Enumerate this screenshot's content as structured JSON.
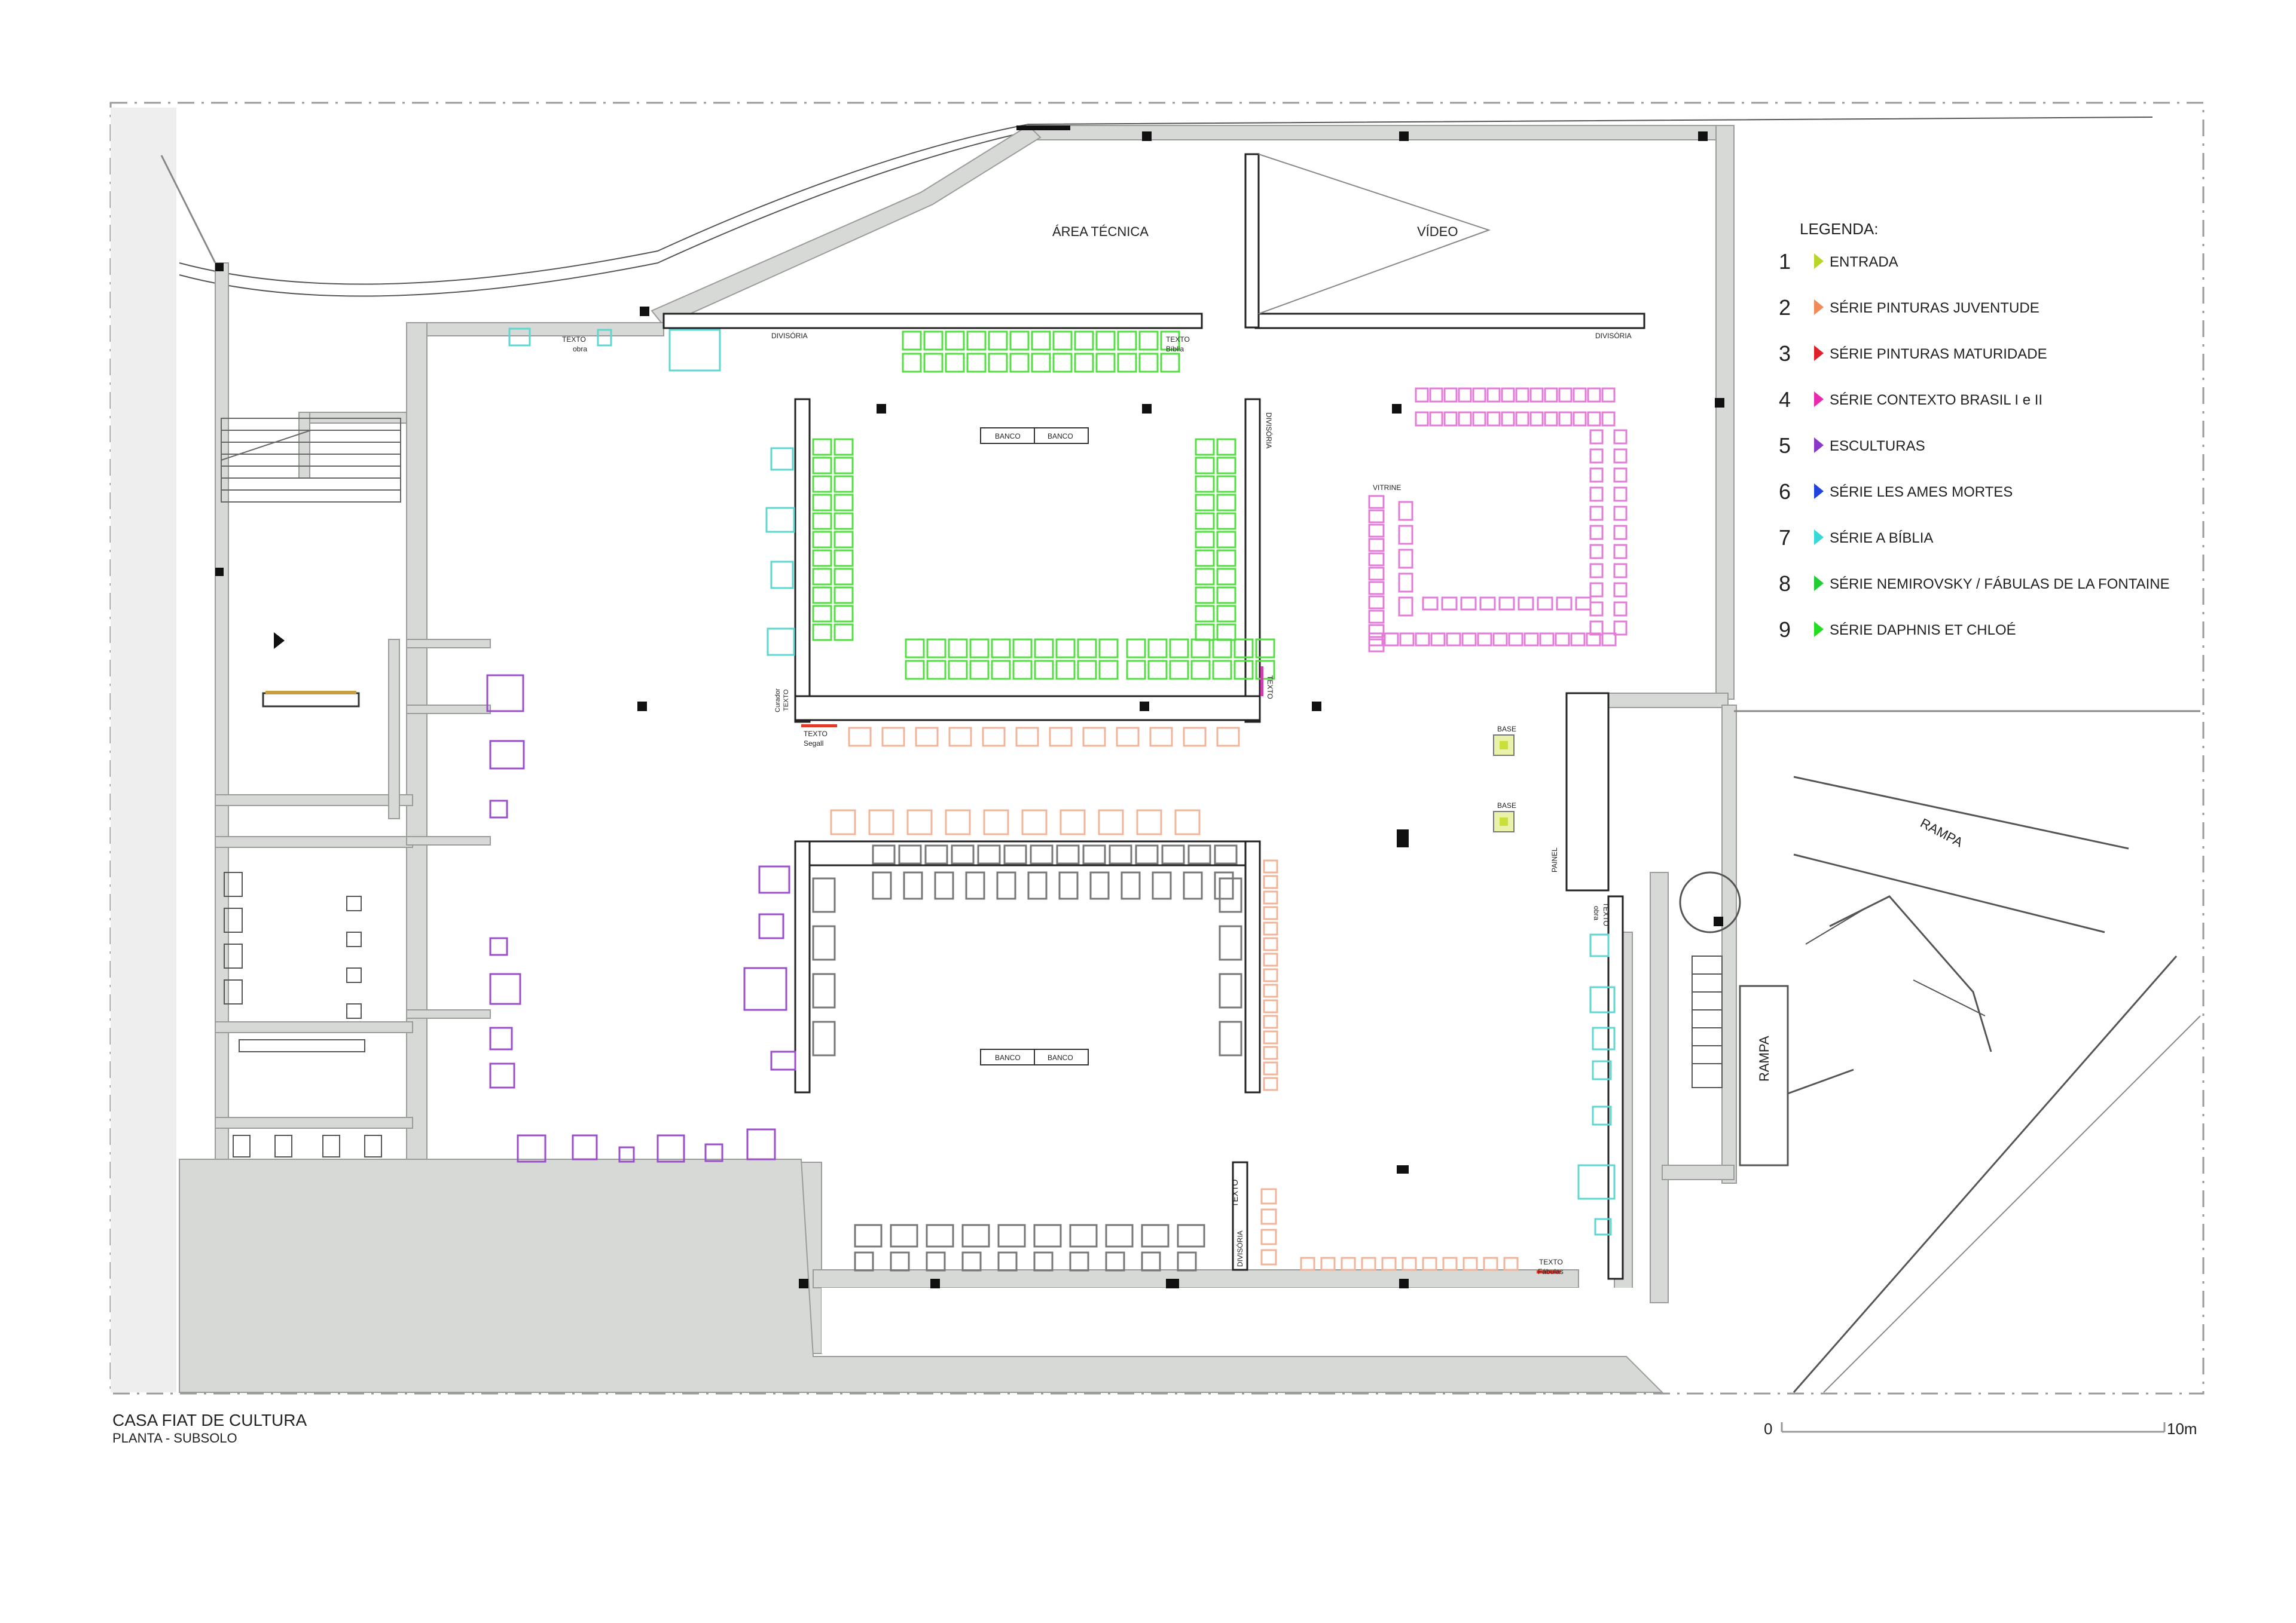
{
  "colors": {
    "wall": "#d7d9d6",
    "green": "#55dd44",
    "salmon": "#f0b49a",
    "pink": "#e27cd6",
    "purple": "#9a4fc8",
    "cyan": "#5fd6d0",
    "grey": "#777777",
    "red": "#e03a2a",
    "yellowgreen": "#c9e03a"
  },
  "title_block": {
    "title": "CASA FIAT DE CULTURA",
    "subtitle": "PLANTA - SUBSOLO"
  },
  "scale": {
    "start": "0",
    "end": "10m"
  },
  "legend": {
    "heading": "LEGENDA:",
    "items": [
      {
        "number": "1",
        "label": "ENTRADA",
        "color": "#b8d62a",
        "icon": "triangle-marker-icon"
      },
      {
        "number": "2",
        "label": "SÉRIE PINTURAS JUVENTUDE",
        "color": "#f08a5a",
        "icon": "triangle-marker-icon"
      },
      {
        "number": "3",
        "label": "SÉRIE PINTURAS MATURIDADE",
        "color": "#e0202a",
        "icon": "triangle-marker-icon"
      },
      {
        "number": "4",
        "label": "SÉRIE CONTEXTO BRASIL I e II",
        "color": "#e82ab0",
        "icon": "triangle-marker-icon"
      },
      {
        "number": "5",
        "label": "ESCULTURAS",
        "color": "#8a38c8",
        "icon": "triangle-marker-icon"
      },
      {
        "number": "6",
        "label": "SÉRIE LES AMES MORTES",
        "color": "#2244dd",
        "icon": "triangle-marker-icon"
      },
      {
        "number": "7",
        "label": "SÉRIE A BÍBLIA",
        "color": "#38d8d8",
        "icon": "triangle-marker-icon"
      },
      {
        "number": "8",
        "label": "SÉRIE NEMIROVSKY / FÁBULAS DE LA FONTAINE",
        "color": "#22cc33",
        "icon": "triangle-marker-icon"
      },
      {
        "number": "9",
        "label": "SÉRIE DAPHNIS ET CHLOÉ",
        "color": "#22dd22",
        "icon": "triangle-marker-icon"
      }
    ]
  },
  "plan_labels": {
    "area_tecnica": "ÁREA TÉCNICA",
    "video": "VÍDEO",
    "divisoria": "DIVISÓRIA",
    "texto": "TEXTO",
    "obra": "obra",
    "biblia": "Bíblia",
    "banco": "BANCO",
    "vitrine": "VITRINE",
    "curador": "Curador",
    "segall": "Segall",
    "base": "BASE",
    "painel": "PAINEL",
    "rampa": "RAMPA",
    "fabulas": "Fábulas"
  }
}
